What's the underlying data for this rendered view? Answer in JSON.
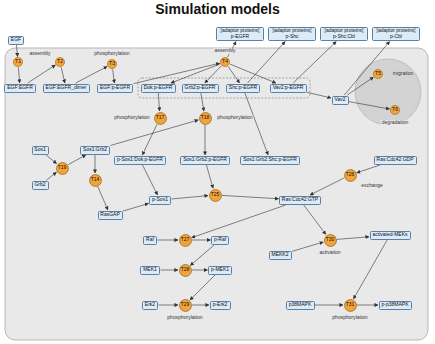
{
  "diagram": {
    "title": "Simulation models",
    "nodes": [
      {
        "text": [
          "EGF"
        ]
      },
      {
        "text": [
          "T1"
        ]
      },
      {
        "text": [
          "EGF:EGFR"
        ]
      },
      {
        "text": [
          "T2"
        ]
      },
      {
        "text": [
          "EGF:EGFR_dimer"
        ]
      },
      {
        "text": [
          "T3"
        ]
      },
      {
        "text": [
          "EGF:p-EGFR"
        ]
      },
      {
        "text": [
          "Dok:p-EGFR"
        ]
      },
      {
        "text": [
          "Grb2:p-EGFR"
        ]
      },
      {
        "text": [
          "Shc:p-EGFR"
        ]
      },
      {
        "text": [
          "Vav2:p-EGFR"
        ]
      },
      {
        "text": [
          "T4"
        ]
      },
      {
        "text": [
          "[adaptor proteins] p-EGFR"
        ]
      },
      {
        "text": [
          "[adaptor proteins] p-Shc"
        ]
      },
      {
        "text": [
          "[adaptor proteins] p-Shc:Cbl"
        ]
      },
      {
        "text": [
          "[adaptor proteins] p-Cbl"
        ]
      },
      {
        "text": [
          "Vav2"
        ]
      },
      {
        "text": [
          "T5"
        ]
      },
      {
        "text": [
          "T6"
        ]
      },
      {
        "text": [
          "Sos1"
        ]
      },
      {
        "text": [
          "Grb2"
        ]
      },
      {
        "text": [
          "T19"
        ]
      },
      {
        "text": [
          "Sos1:Grb2"
        ]
      },
      {
        "text": [
          "T14"
        ]
      },
      {
        "text": [
          "T17"
        ]
      },
      {
        "text": [
          "T18"
        ]
      },
      {
        "text": [
          "p-Sos1:Dok:p-EGFR"
        ]
      },
      {
        "text": [
          "Sos1:Grb2:p-EGFR"
        ]
      },
      {
        "text": [
          "Sos1:Grb2:Shc:p-EGFR"
        ]
      },
      {
        "text": [
          "RasGAP"
        ]
      },
      {
        "text": [
          "p-Sos1"
        ]
      },
      {
        "text": [
          "T25"
        ]
      },
      {
        "text": [
          "Ras:Cdc42:GTP"
        ]
      },
      {
        "text": [
          "T26"
        ]
      },
      {
        "text": [
          "Ras:Cdc42:GDP"
        ]
      },
      {
        "text": [
          "Raf"
        ]
      },
      {
        "text": [
          "T27"
        ]
      },
      {
        "text": [
          "p-Raf"
        ]
      },
      {
        "text": [
          "MEK1"
        ]
      },
      {
        "text": [
          "T28"
        ]
      },
      {
        "text": [
          "p-MEK1"
        ]
      },
      {
        "text": [
          "Erk2"
        ]
      },
      {
        "text": [
          "T29"
        ]
      },
      {
        "text": [
          "p-Erk2"
        ]
      },
      {
        "text": [
          "MEKK2"
        ]
      },
      {
        "text": [
          "T30"
        ]
      },
      {
        "text": [
          "activated-MEKs"
        ]
      },
      {
        "text": [
          "p38MAPK"
        ]
      },
      {
        "text": [
          "T31"
        ]
      },
      {
        "text": [
          "p-p38MAPK"
        ]
      }
    ],
    "edges": [
      {
        "from": 0,
        "to": 1,
        "arrow": "to"
      },
      {
        "from": 1,
        "to": 2,
        "arrow": "to"
      },
      {
        "from": 2,
        "to": 3,
        "arrow": "to"
      },
      {
        "from": 3,
        "to": 4,
        "arrow": "to"
      },
      {
        "from": 4,
        "to": 5,
        "arrow": "to"
      },
      {
        "from": 5,
        "to": 6,
        "arrow": "to"
      },
      {
        "from": 6,
        "to": 11,
        "arrow": "to"
      },
      {
        "from": 11,
        "to": 7,
        "arrow": "to"
      },
      {
        "from": 11,
        "to": 8,
        "arrow": "to"
      },
      {
        "from": 11,
        "to": 9,
        "arrow": "to"
      },
      {
        "from": 11,
        "to": 10,
        "arrow": "to"
      },
      {
        "from": 11,
        "to": 12,
        "arrow": "to"
      },
      {
        "from": 9,
        "to": 13,
        "arrow": "to"
      },
      {
        "from": 10,
        "to": 14,
        "arrow": "to"
      },
      {
        "from": 16,
        "to": 15,
        "arrow": "to"
      },
      {
        "from": 10,
        "to": 16,
        "arrow": "to"
      },
      {
        "from": 16,
        "to": 17,
        "arrow": "to"
      },
      {
        "from": 16,
        "to": 18,
        "arrow": "to"
      },
      {
        "from": 19,
        "to": 21,
        "arrow": "to"
      },
      {
        "from": 20,
        "to": 21,
        "arrow": "to"
      },
      {
        "from": 21,
        "to": 22,
        "arrow": "to"
      },
      {
        "from": 22,
        "to": 23,
        "arrow": "to"
      },
      {
        "from": 23,
        "to": 29,
        "arrow": "to"
      },
      {
        "from": 7,
        "to": 24,
        "arrow": "to"
      },
      {
        "from": 24,
        "to": 26,
        "arrow": "to"
      },
      {
        "from": 8,
        "to": 25,
        "arrow": "to"
      },
      {
        "from": 22,
        "to": 25,
        "arrow": "to"
      },
      {
        "from": 25,
        "to": 27,
        "arrow": "to"
      },
      {
        "from": 9,
        "to": 28,
        "arrow": "to"
      },
      {
        "from": 26,
        "to": 30,
        "arrow": "to"
      },
      {
        "from": 29,
        "to": 30,
        "arrow": "to"
      },
      {
        "from": 30,
        "to": 31,
        "arrow": "to"
      },
      {
        "from": 27,
        "to": 31,
        "arrow": "to"
      },
      {
        "from": 31,
        "to": 32,
        "arrow": "to"
      },
      {
        "from": 34,
        "to": 33,
        "arrow": "to"
      },
      {
        "from": 33,
        "to": 32,
        "arrow": "to"
      },
      {
        "from": 32,
        "to": 36,
        "arrow": "to"
      },
      {
        "from": 35,
        "to": 36,
        "arrow": "to"
      },
      {
        "from": 36,
        "to": 37,
        "arrow": "to"
      },
      {
        "from": 37,
        "to": 39,
        "arrow": "to"
      },
      {
        "from": 38,
        "to": 39,
        "arrow": "to"
      },
      {
        "from": 39,
        "to": 40,
        "arrow": "to"
      },
      {
        "from": 40,
        "to": 42,
        "arrow": "to"
      },
      {
        "from": 41,
        "to": 42,
        "arrow": "to"
      },
      {
        "from": 42,
        "to": 43,
        "arrow": "to"
      },
      {
        "from": 32,
        "to": 45,
        "arrow": "to"
      },
      {
        "from": 44,
        "to": 45,
        "arrow": "to"
      },
      {
        "from": 45,
        "to": 46,
        "arrow": "to"
      },
      {
        "from": 46,
        "to": 48,
        "arrow": "to"
      },
      {
        "from": 47,
        "to": 48,
        "arrow": "to"
      },
      {
        "from": 48,
        "to": 49,
        "arrow": "to"
      }
    ],
    "labels": [
      "assembly",
      "phosphorylation",
      "assembly",
      "phosphorylation",
      "phosphorylation",
      "migration",
      "degradation",
      "exchange",
      "activation",
      "phosphorylation",
      "phosphorylation"
    ]
  }
}
